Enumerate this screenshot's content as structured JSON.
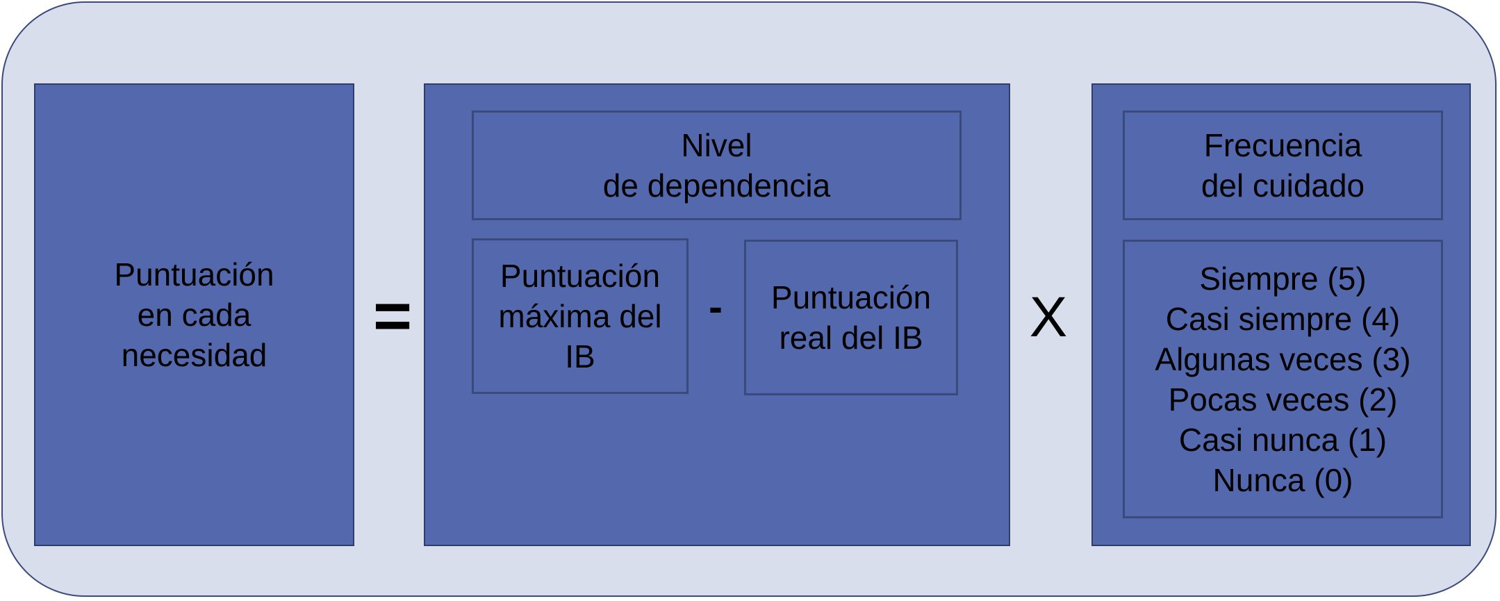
{
  "result_box": {
    "label": "Puntuación\nen cada\nnecesidad"
  },
  "operators": {
    "equals": "=",
    "minus": "-",
    "times": "X"
  },
  "dependency": {
    "title": "Nivel\nde dependencia",
    "max_score": "Puntuación\nmáxima del\nIB",
    "real_score": "Puntuación\nreal del IB"
  },
  "frequency": {
    "title": "Frecuencia\ndel cuidado",
    "options": [
      "Siempre (5)",
      "Casi siempre (4)",
      "Algunas veces (3)",
      "Pocas veces (2)",
      "Casi nunca (1)",
      "Nunca (0)"
    ]
  },
  "colors": {
    "background": "#d8deec",
    "box_fill": "#5469ad",
    "border": "#3a4a7a"
  }
}
